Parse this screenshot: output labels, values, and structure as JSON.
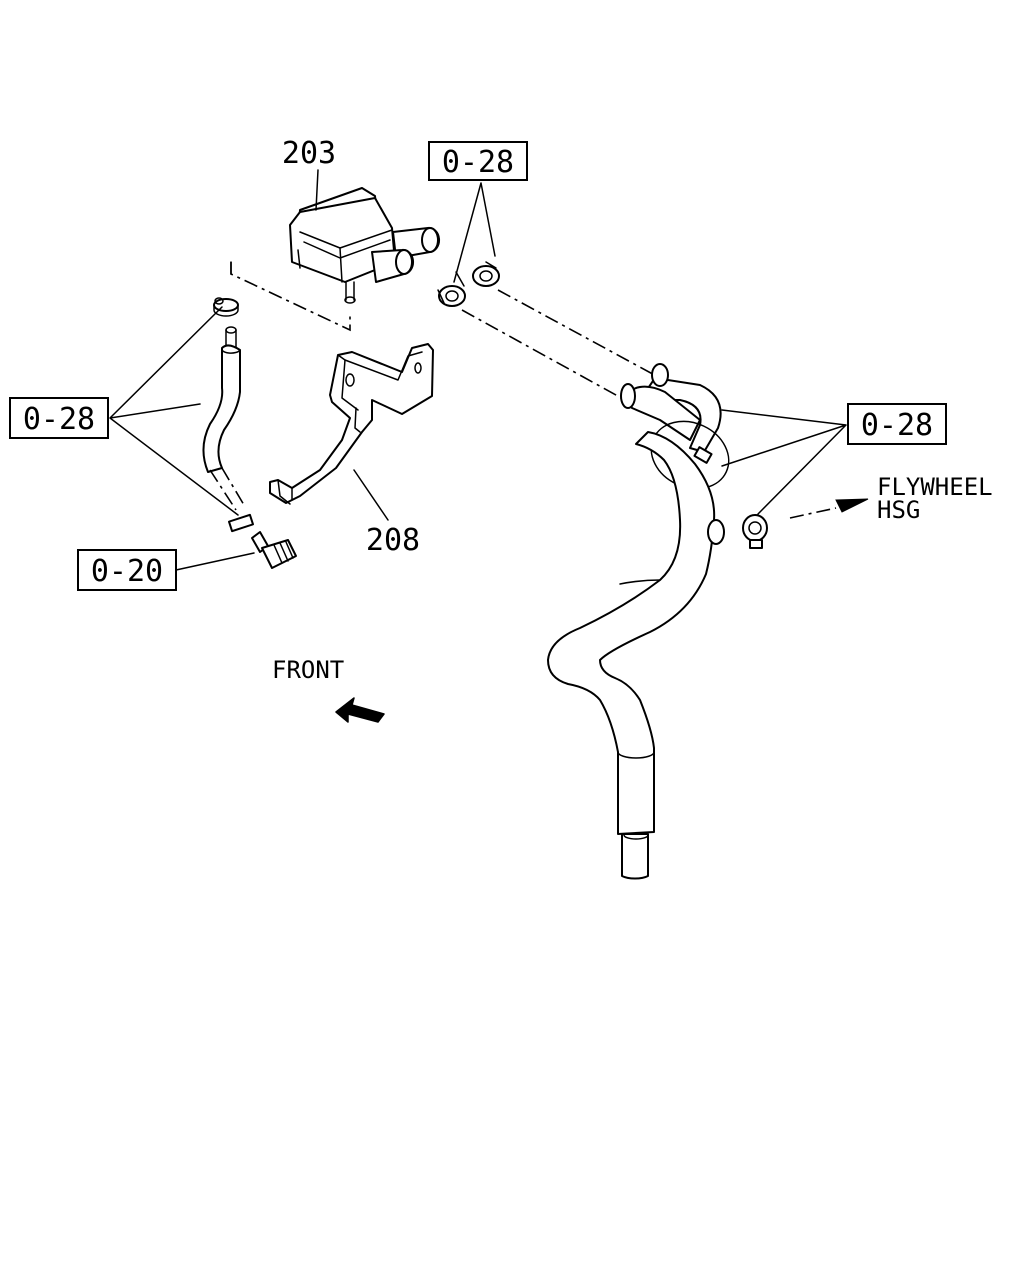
{
  "labels": {
    "part_203": "203",
    "part_208": "208",
    "ref_top": "0-28",
    "ref_left": "0-28",
    "ref_right": "0-28",
    "ref_bottom": "0-20",
    "flywheel_line1": "FLYWHEEL",
    "flywheel_line2": "HSG",
    "front": "FRONT"
  }
}
